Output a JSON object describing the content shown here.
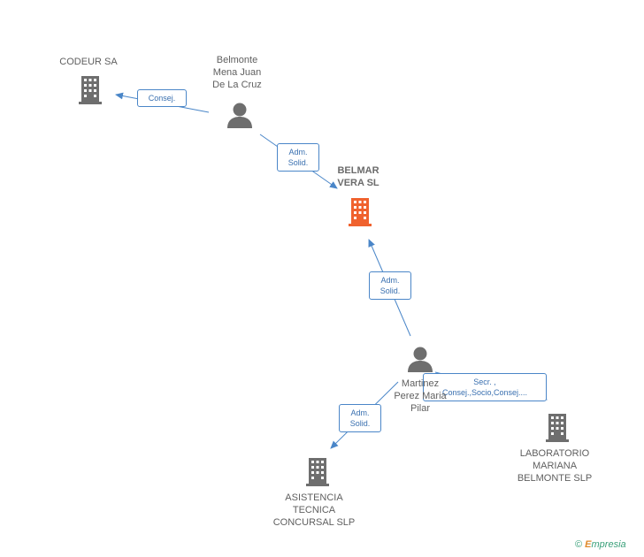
{
  "colors": {
    "edge": "#4a86c8",
    "building": "#6e6e6e",
    "building_main": "#f0622e",
    "person": "#6e6e6e"
  },
  "nodes": {
    "codeur": {
      "label": "CODEUR SA",
      "icon": "building-icon"
    },
    "belmonte_mena": {
      "label": "Belmonte\nMena Juan\nDe La Cruz",
      "icon": "person-icon"
    },
    "belmar": {
      "label": "BELMAR\nVERA SL",
      "icon": "building-icon"
    },
    "martinez": {
      "label": "Martinez\nPerez Maria\nPilar",
      "icon": "person-icon"
    },
    "asistencia": {
      "label": "ASISTENCIA\nTECNICA\nCONCURSAL SLP",
      "icon": "building-icon"
    },
    "laboratorio": {
      "label": "LABORATORIO\nMARIANA\nBELMONTE SLP",
      "icon": "building-icon"
    }
  },
  "edges": {
    "e1": {
      "label": "Consej."
    },
    "e2": {
      "label": "Adm.\nSolid."
    },
    "e3": {
      "label": "Adm.\nSolid."
    },
    "e4": {
      "label": "Adm.\nSolid."
    },
    "e5": {
      "label": "Secr. ,\nConsej.,Socio,Consej...."
    }
  },
  "footer": {
    "copyright": "©",
    "brand_initial": "E",
    "brand_rest": "mpresia"
  }
}
